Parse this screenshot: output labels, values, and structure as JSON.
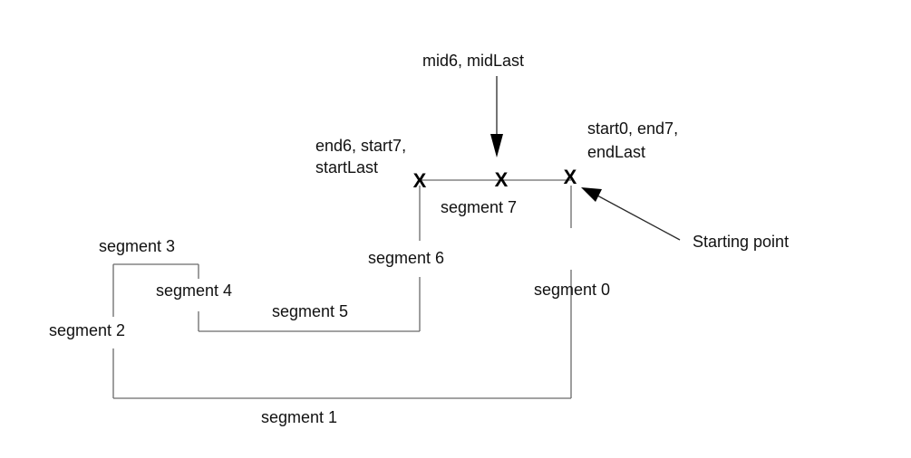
{
  "segments": {
    "s0": "segment 0",
    "s1": "segment 1",
    "s2": "segment 2",
    "s3": "segment 3",
    "s4": "segment 4",
    "s5": "segment 5",
    "s6": "segment 6",
    "s7": "segment 7"
  },
  "points": {
    "marker_glyph": "X",
    "left_point": [
      "end6, start7,",
      "startLast"
    ],
    "middle_point": "mid6, midLast",
    "right_point": [
      "start0, end7,",
      "endLast"
    ],
    "starting_point": "Starting point"
  }
}
